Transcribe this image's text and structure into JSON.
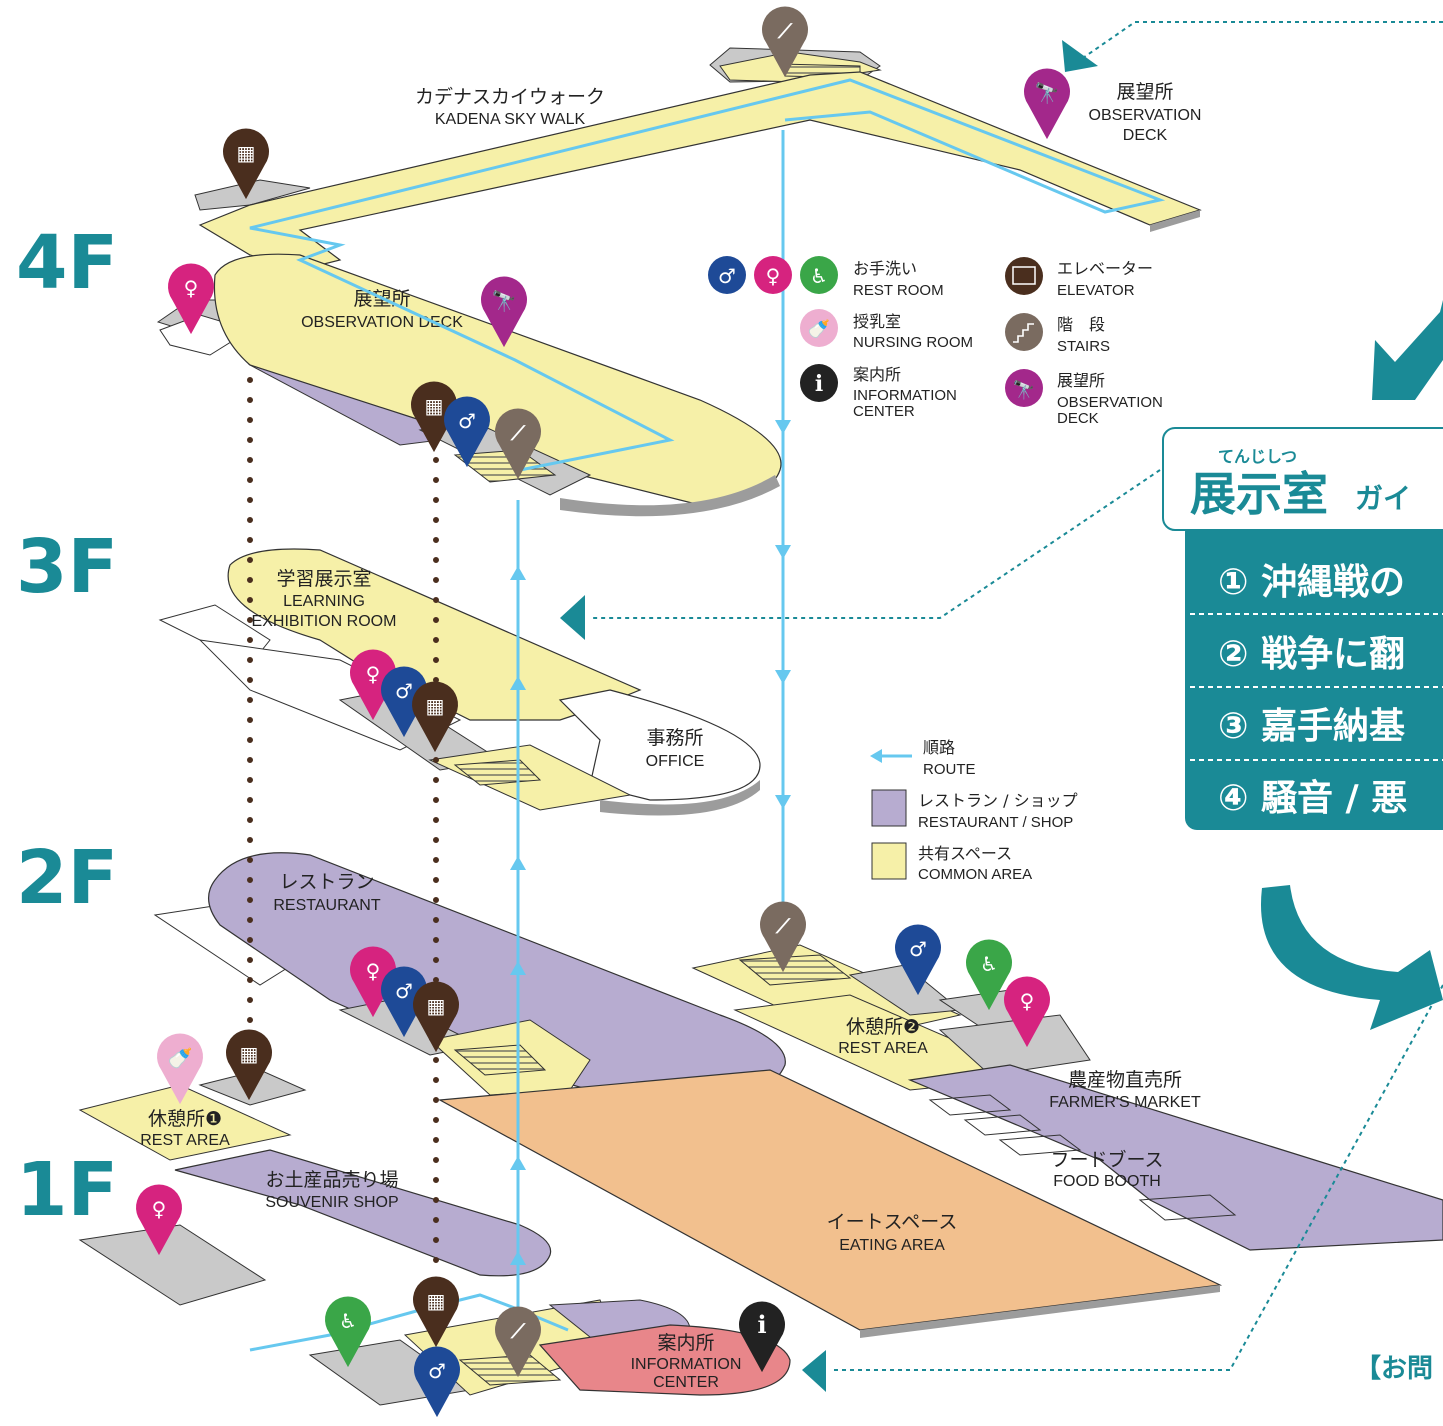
{
  "floors": {
    "f4": "4F",
    "f3": "3F",
    "f2": "2F",
    "f1": "1F"
  },
  "labels": {
    "skywalk_jp": "カデナスカイウォーク",
    "skywalk_en": "KADENA SKY WALK",
    "deck_top_jp": "展望所",
    "deck_top_en1": "OBSERVATION",
    "deck_top_en2": "DECK",
    "deck4_jp": "展望所",
    "deck4_en": "OBSERVATION DECK",
    "learning_jp": "学習展示室",
    "learning_en1": "LEARNING",
    "learning_en2": "EXHIBITION ROOM",
    "office_jp": "事務所",
    "office_en": "OFFICE",
    "restaurant_jp": "レストラン",
    "restaurant_en": "RESTAURANT",
    "rest1_jp": "休憩所❶",
    "rest1_en": "REST AREA",
    "rest2_jp": "休憩所❷",
    "rest2_en": "REST AREA",
    "souvenir_jp": "お土産品売り場",
    "souvenir_en": "SOUVENIR SHOP",
    "market_jp": "農産物直売所",
    "market_en": "FARMER'S MARKET",
    "food_jp": "フードブース",
    "food_en": "FOOD BOOTH",
    "eating_jp": "イートスペース",
    "eating_en": "EATING AREA",
    "info_jp": "案内所",
    "info_en1": "INFORMATION",
    "info_en2": "CENTER"
  },
  "legend_icons": {
    "restroom_jp": "お手洗い",
    "restroom_en": "REST ROOM",
    "nursing_jp": "授乳室",
    "nursing_en": "NURSING ROOM",
    "info_jp": "案内所",
    "info_en1": "INFORMATION",
    "info_en2": "CENTER",
    "elevator_jp": "エレベーター",
    "elevator_en": "ELEVATOR",
    "stairs_jp": "階　段",
    "stairs_en": "STAIRS",
    "deck_jp": "展望所",
    "deck_en1": "OBSERVATION",
    "deck_en2": "DECK"
  },
  "legend_areas": {
    "route_jp": "順路",
    "route_en": "ROUTE",
    "shop_jp": "レストラン / ショップ",
    "shop_en": "RESTAURANT / SHOP",
    "common_jp": "共有スペース",
    "common_en": "COMMON AREA"
  },
  "guide": {
    "ruby": "てんじしつ",
    "title_main": "展示室",
    "title_sub": "ガイ",
    "items": [
      "① 沖縄戦の",
      "② 戦争に翻",
      "③ 嘉手納基",
      "④ 騒音 / 悪"
    ]
  },
  "footer_text": "【お問",
  "colors": {
    "teal": "#1a8a96",
    "common": "#f6f0a8",
    "shop": "#b7acd0",
    "eating": "#f2c08e",
    "info": "#e8868a",
    "route": "#66c8ef",
    "gray": "#c9c9c9",
    "restroom_male": "#1e4a97",
    "restroom_female": "#d6237f",
    "accessible": "#3aa648",
    "nursing": "#eeaed0",
    "elevator": "#4a2e1e",
    "stairs": "#7a6b60",
    "deck": "#a3288b",
    "info_pin": "#222222"
  }
}
